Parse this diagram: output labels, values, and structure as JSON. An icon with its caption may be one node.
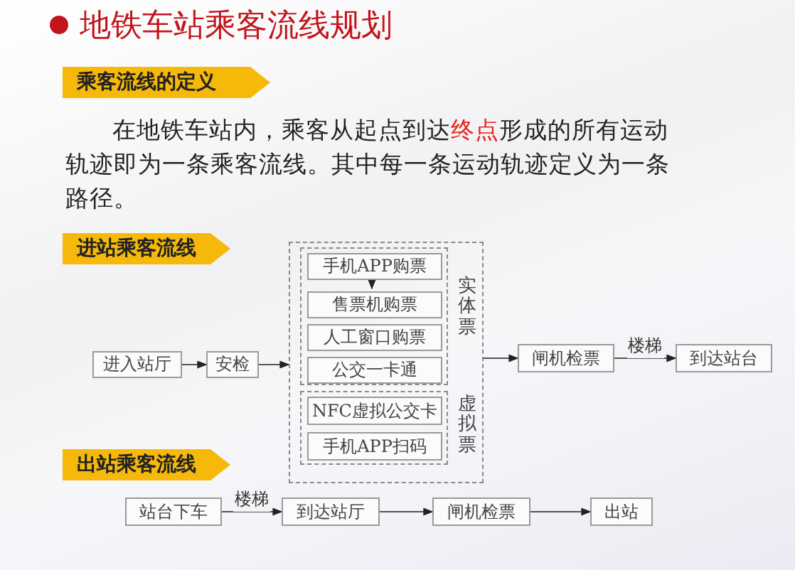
{
  "diagram": {
    "title": "地铁车站乘客流线规划",
    "nodes": [
      {
        "text": [
          "进入站厅"
        ]
      },
      {
        "text": [
          "安检"
        ]
      },
      {
        "text": [],
        "shape": "box"
      },
      {
        "text": [
          "实体票"
        ],
        "in": 2
      },
      {
        "text": [
          "手机APP购票"
        ],
        "in": 3
      },
      {
        "text": [
          "售票机购票"
        ],
        "in": 3
      },
      {
        "text": [
          "人工窗口购票"
        ],
        "in": 3
      },
      {
        "text": [
          "公交一卡通"
        ],
        "in": 3
      },
      {
        "text": [
          "虚拟票"
        ],
        "in": 2
      },
      {
        "text": [
          "NFC虚拟公交卡"
        ],
        "in": 8
      },
      {
        "text": [
          "手机APP扫码"
        ],
        "in": 8
      },
      {
        "text": [
          "闸机检票"
        ]
      },
      {
        "text": [
          "到达站台"
        ]
      },
      {
        "text": [
          "站台下车"
        ]
      },
      {
        "text": [
          "到达站厅"
        ]
      },
      {
        "text": [
          "闸机检票"
        ]
      },
      {
        "text": [
          "出站"
        ]
      }
    ],
    "edges": [
      {
        "from": 0,
        "to": 1,
        "arrow": "to"
      },
      {
        "from": 1,
        "to": 2,
        "arrow": "to"
      },
      {
        "from": 4,
        "to": 5,
        "arrow": "to"
      },
      {
        "from": 2,
        "to": 11,
        "arrow": "to"
      },
      {
        "from": 11,
        "to": 12,
        "arrow": "to",
        "label": "楼梯"
      },
      {
        "from": 13,
        "to": 14,
        "arrow": "to",
        "label": "楼梯"
      },
      {
        "from": 14,
        "to": 15,
        "arrow": "to"
      },
      {
        "from": 15,
        "to": 16,
        "arrow": "to"
      }
    ],
    "labels": [
      "乘客流线的定义",
      "在地铁车站内，乘客从起点到达**终点**形成的所有运动轨迹即为一条乘客流线。其中每一条运动轨迹定义为一条路径。",
      "进站乘客流线",
      "出站乘客流线"
    ]
  }
}
